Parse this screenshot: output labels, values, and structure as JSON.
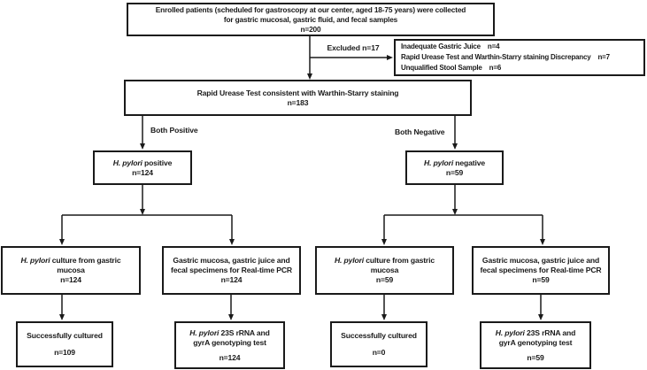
{
  "colors": {
    "background": "#ffffff",
    "line": "#1a1a1a",
    "text": "#1a1a1a"
  },
  "edge_labels": {
    "excluded": "Excluded n=17",
    "both_positive": "Both Positive",
    "both_negative": "Both Negative"
  },
  "nodes": {
    "enrolled": {
      "line1": "Enrolled patients (scheduled for gastroscopy at our center, aged 18-75 years) were collected",
      "line2": "for gastric mucosal, gastric fluid, and fecal samples",
      "n": "n=200"
    },
    "excluded_reasons": {
      "rows": [
        {
          "label": "Inadequate Gastric Juice",
          "n": "n=4"
        },
        {
          "label": "Rapid Urease Test and Warthin-Starry staining Discrepancy",
          "n": "n=7"
        },
        {
          "label": "Unqualified Stool Sample",
          "n": "n=6"
        }
      ]
    },
    "rut_ws": {
      "line1": "Rapid Urease Test consistent with Warthin-Starry staining",
      "n": "n=183"
    },
    "hp_positive": {
      "italic": "H. pylori",
      "rest": " positive",
      "n": "n=124"
    },
    "hp_negative": {
      "italic": "H. pylori",
      "rest": " negative",
      "n": "n=59"
    },
    "culture_pos": {
      "italic": "H. pylori",
      "rest": " culture from gastric",
      "line2": "mucosa",
      "n": "n=124"
    },
    "pcr_pos": {
      "line1": "Gastric mucosa, gastric juice and",
      "line2": "fecal specimens for Real-time PCR",
      "n": "n=124"
    },
    "culture_neg": {
      "italic": "H. pylori",
      "rest": " culture from gastric",
      "line2": "mucosa",
      "n": "n=59"
    },
    "pcr_neg": {
      "line1": "Gastric mucosa, gastric juice and",
      "line2": "fecal specimens for Real-time PCR",
      "n": "n=59"
    },
    "cultured_pos": {
      "line1": "Successfully cultured",
      "n": "n=109"
    },
    "genotype_pos": {
      "italic": "H. pylori",
      "rest": " 23S rRNA and",
      "line2": "gyrA genotyping test",
      "n": "n=124"
    },
    "cultured_neg": {
      "line1": "Successfully cultured",
      "n": "n=0"
    },
    "genotype_neg": {
      "italic": "H. pylori",
      "rest": " 23S rRNA and",
      "line2": "gyrA genotyping test",
      "n": "n=59"
    }
  }
}
